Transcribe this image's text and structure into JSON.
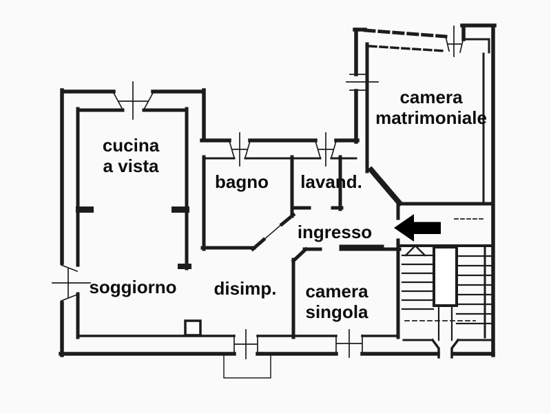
{
  "plan": {
    "kind": "apartment-floor-plan",
    "rooms": {
      "cucina": {
        "line1": "cucina",
        "line2": "a vista"
      },
      "bagno": {
        "label": "bagno"
      },
      "lavanderia": {
        "label": "lavand."
      },
      "matrimoniale": {
        "line1": "camera",
        "line2": "matrimoniale"
      },
      "ingresso": {
        "label": "ingresso"
      },
      "soggiorno": {
        "label": "soggiorno"
      },
      "disimpegno": {
        "label": "disimp."
      },
      "singola": {
        "line1": "camera",
        "line2": "singola"
      }
    },
    "entrance_arrow": {
      "direction": "left",
      "points_at": "ingresso"
    },
    "features": {
      "staircase": "u-shaped-stair-bottom-right",
      "balcony": "small-balcony-bottom-center"
    }
  },
  "colors": {
    "wall": "#1c1c1c",
    "background": "#fafafa",
    "arrow": "#000000"
  }
}
